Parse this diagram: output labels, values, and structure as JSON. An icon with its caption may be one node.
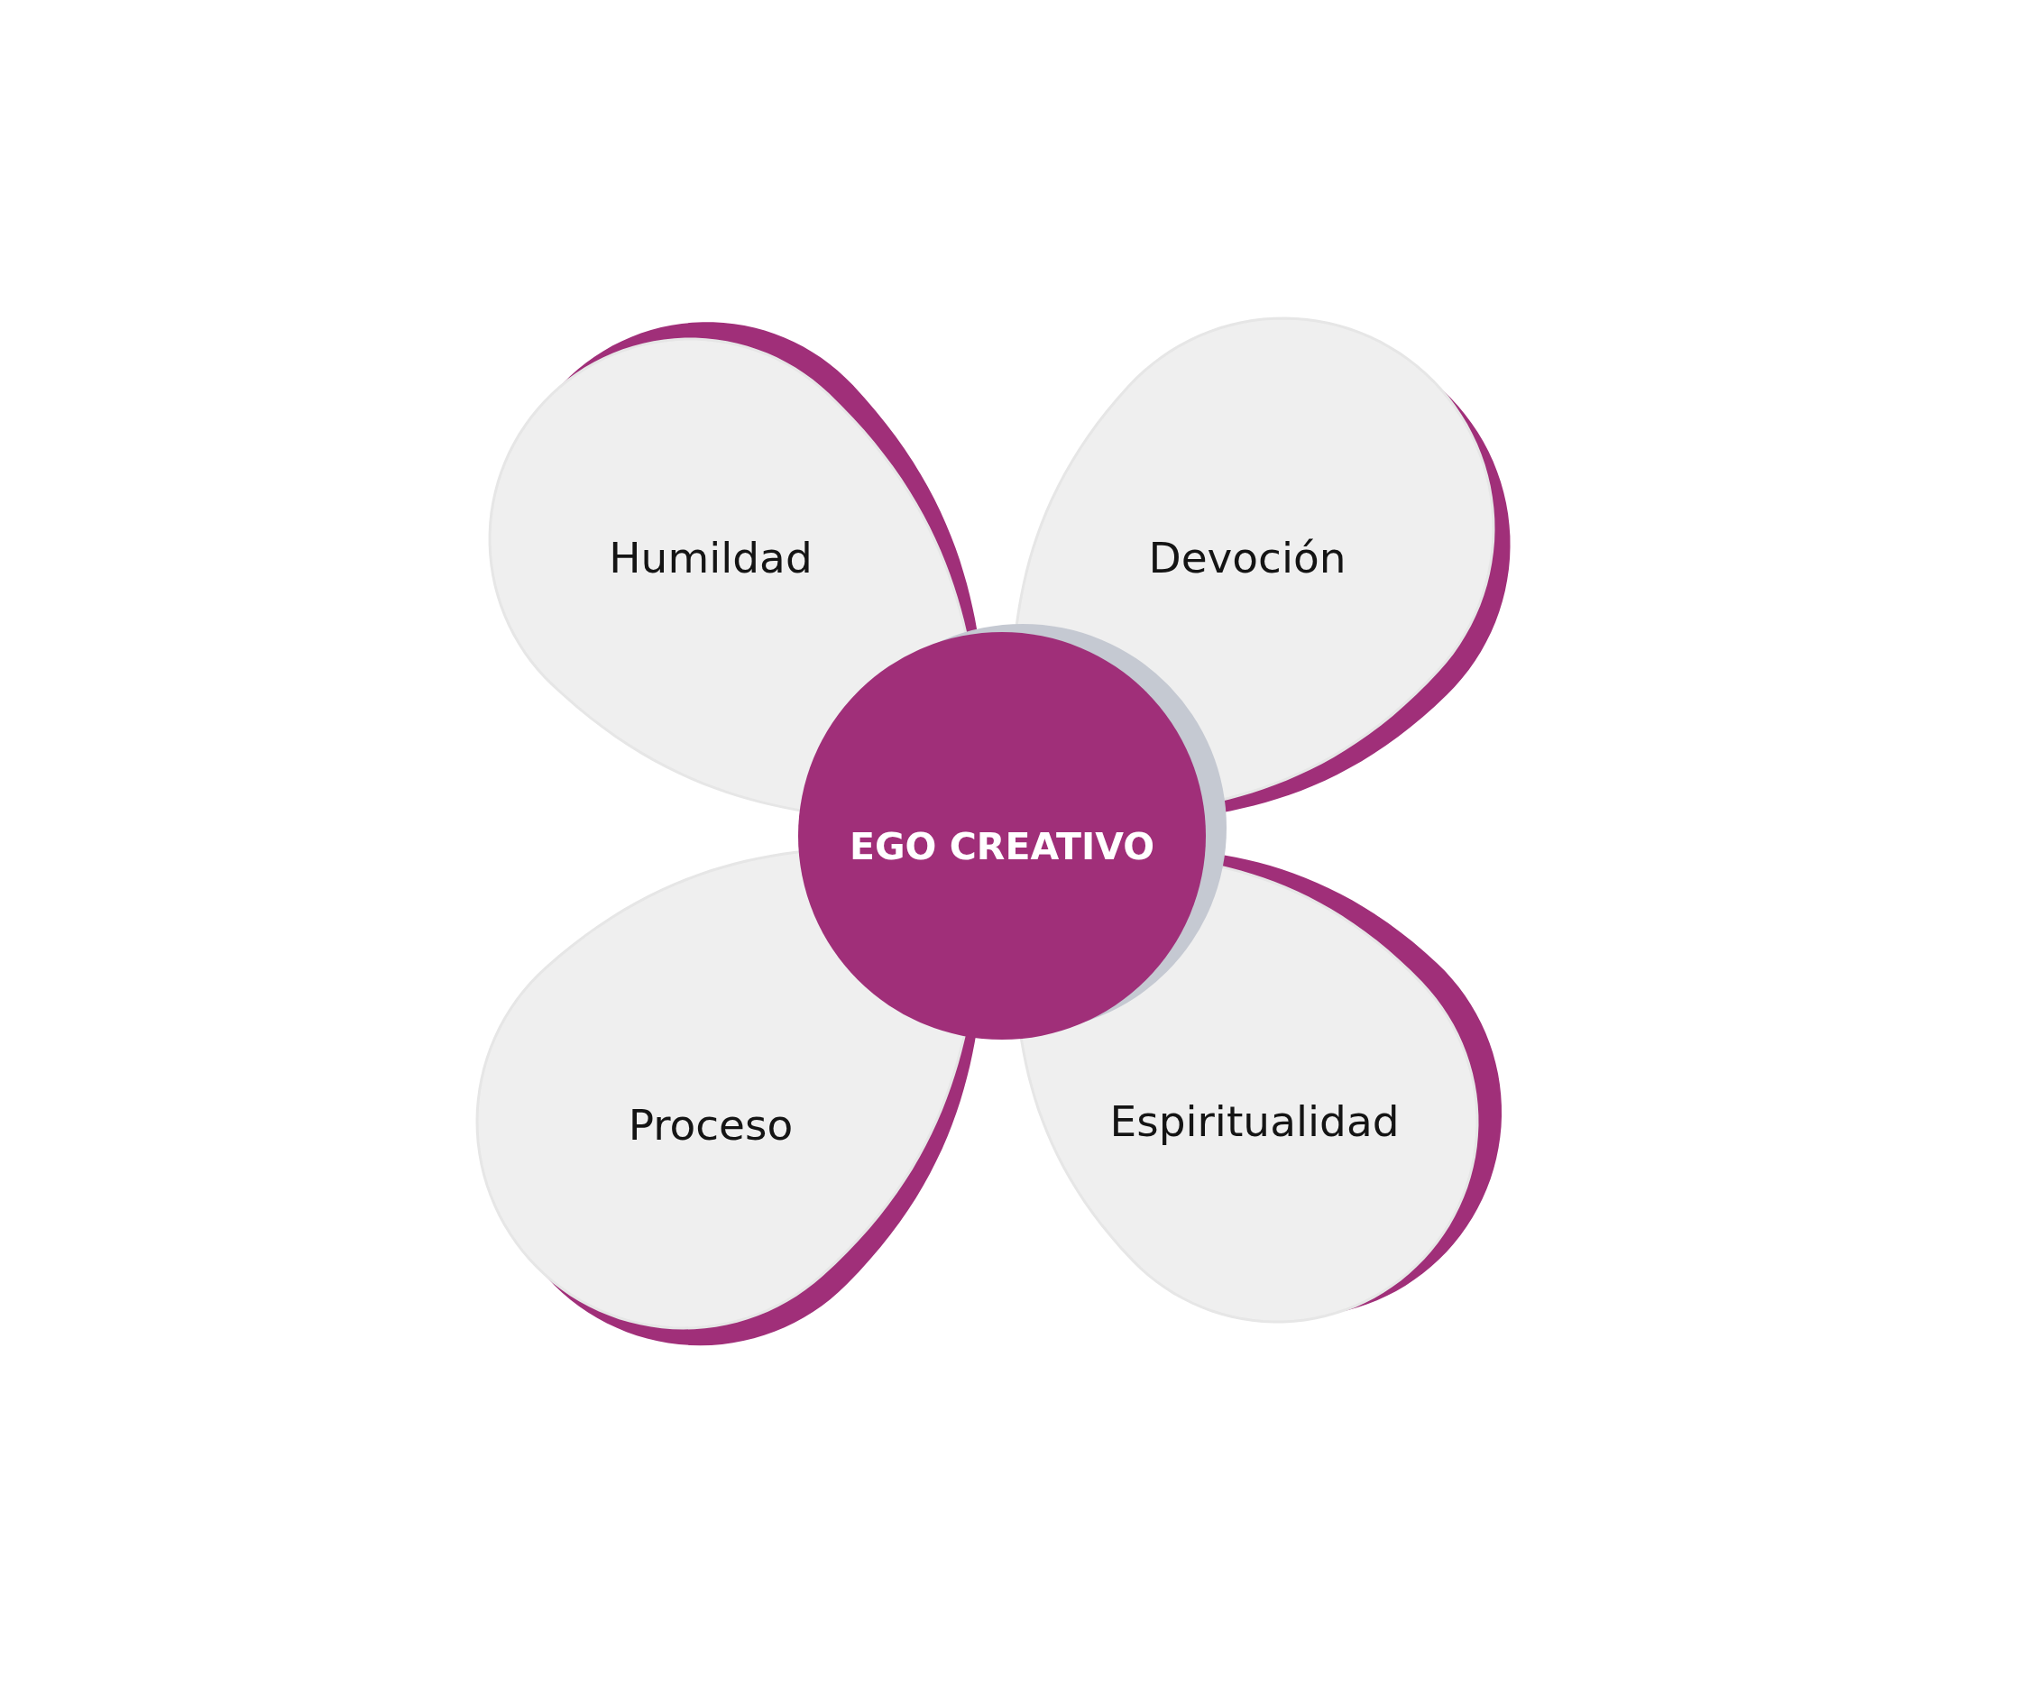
{
  "diagram": {
    "nodes": [
      {
        "text": [
          "Humildad"
        ]
      },
      {
        "text": [
          "Devoción"
        ]
      },
      {
        "text": [
          "EGO CREATIVO"
        ]
      },
      {
        "text": [
          "Proceso"
        ]
      },
      {
        "text": [
          "Espiritualidad"
        ]
      }
    ]
  }
}
